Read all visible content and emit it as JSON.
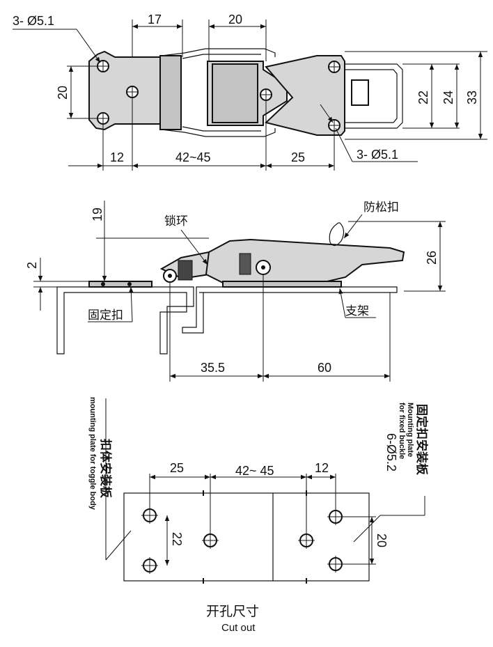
{
  "top_view": {
    "hole_callout_left": "3- Ø5.1",
    "hole_callout_right": "3- Ø5.1",
    "dim_17": "17",
    "dim_20_top": "20",
    "dim_20_left": "20",
    "dim_22": "22",
    "dim_24": "24",
    "dim_33": "33",
    "dim_12": "12",
    "dim_42_45": "42~45",
    "dim_25": "25"
  },
  "side_view": {
    "label_loop": "锁环",
    "label_safety_catch": "防松扣",
    "label_fixed_buckle": "固定扣",
    "label_bracket": "支架",
    "dim_19": "19",
    "dim_2": "2",
    "dim_26": "26",
    "dim_35_5": "35.5",
    "dim_60": "60"
  },
  "cutout": {
    "dim_25": "25",
    "dim_42_45": "42~ 45",
    "dim_12": "12",
    "dim_22": "22",
    "dim_20": "20",
    "hole_callout": "6-Ø5.2",
    "toggle_plate_cn": "扣体安装板",
    "toggle_plate_en": "mounting plate for toggle body",
    "fixed_plate_cn": "固定扣安装板",
    "fixed_plate_en_1": "Mounting plate",
    "fixed_plate_en_2": "for fixed buckle",
    "caption_cn": "开孔尺寸",
    "caption_en": "Cut out"
  }
}
